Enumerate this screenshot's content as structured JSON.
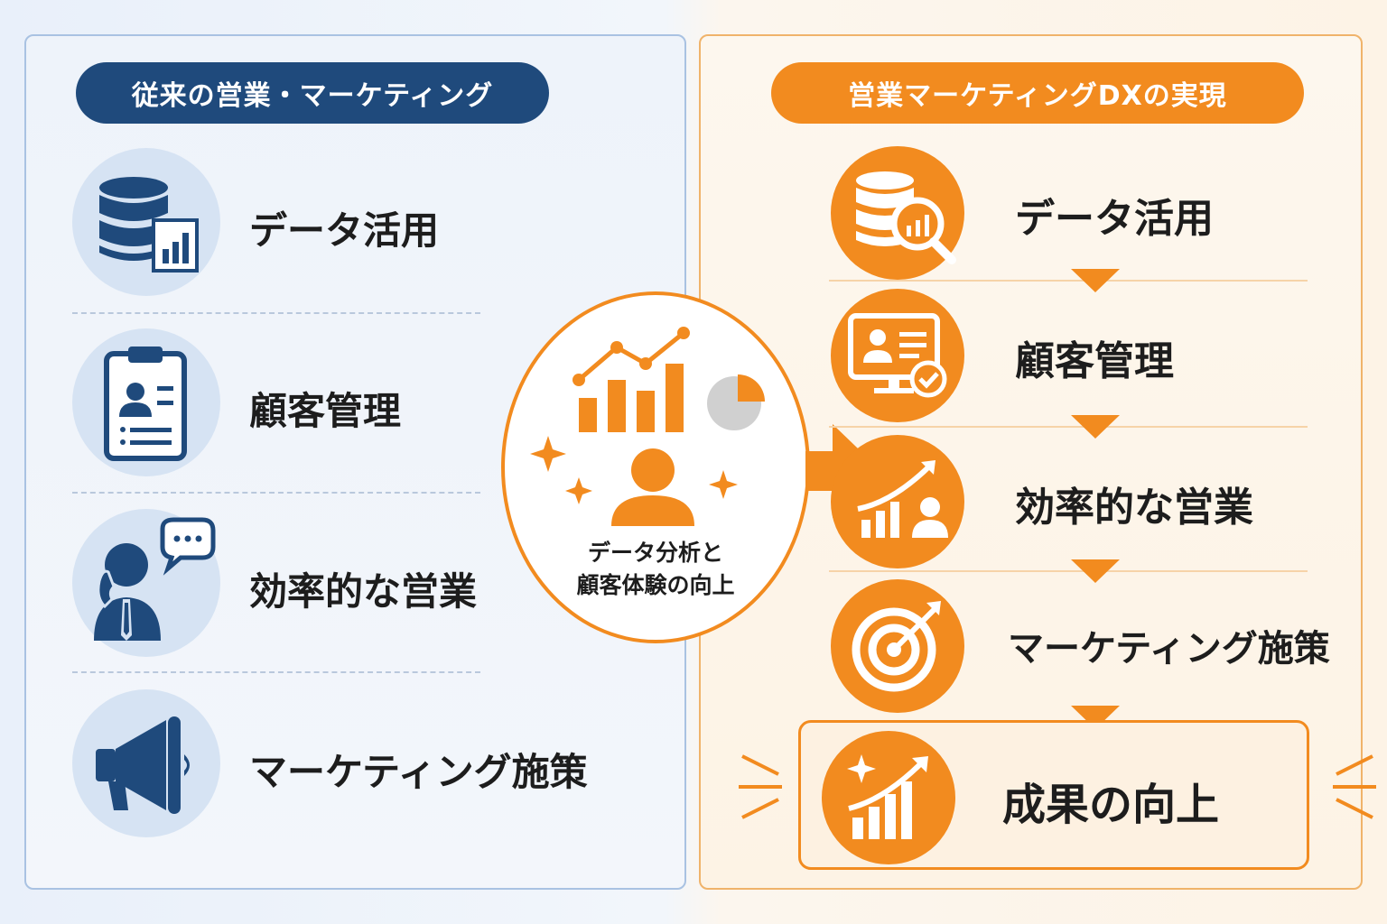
{
  "left_panel": {
    "title": "従来の営業・マーケティング",
    "items": [
      {
        "label": "データ活用",
        "icon": "database-chart-icon"
      },
      {
        "label": "顧客管理",
        "icon": "clipboard-profile-icon"
      },
      {
        "label": "効率的な営業",
        "icon": "salesperson-phone-icon"
      },
      {
        "label": "マーケティング施策",
        "icon": "megaphone-icon"
      }
    ]
  },
  "center": {
    "line1": "データ分析と",
    "line2": "顧客体験の向上",
    "icons": [
      "line-chart-icon",
      "bar-chart-icon",
      "pie-chart-icon",
      "person-icon",
      "sparkle-icon"
    ]
  },
  "right_panel": {
    "title": "営業マーケティングDXの実現",
    "items": [
      {
        "label": "データ活用",
        "icon": "database-search-icon"
      },
      {
        "label": "顧客管理",
        "icon": "monitor-profile-check-icon"
      },
      {
        "label": "効率的な営業",
        "icon": "growth-chart-person-icon"
      },
      {
        "label": "マーケティング施策",
        "icon": "target-arrow-icon"
      }
    ],
    "result": {
      "label": "成果の向上",
      "icon": "growth-chart-sparkle-icon"
    }
  },
  "colors": {
    "navy": "#1f4a7c",
    "light_blue": "#d6e3f3",
    "orange": "#f28b1f",
    "text": "#1d1d1d"
  }
}
